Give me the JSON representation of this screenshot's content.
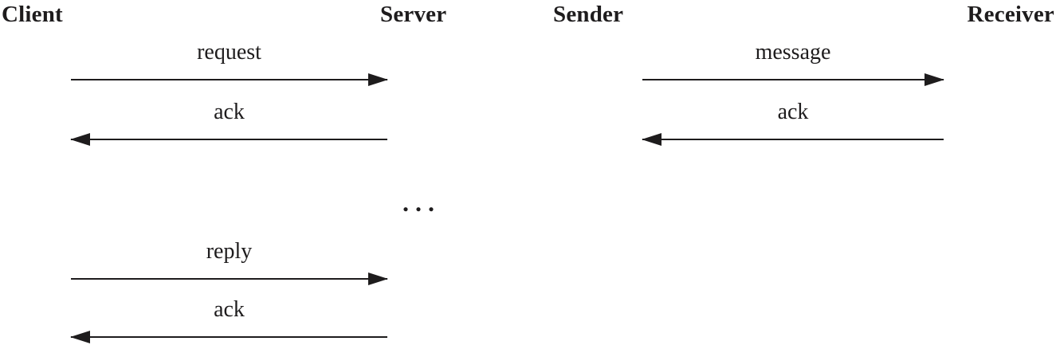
{
  "figure": {
    "type": "sequence-diagram",
    "colors": {
      "ink": "#1e1c1d",
      "background": "#ffffff"
    },
    "panels": [
      {
        "id": "client-server",
        "left_actor": "Client",
        "right_actor": "Server",
        "messages": [
          {
            "label": "request",
            "direction": "right",
            "from": "Client",
            "to": "Server"
          },
          {
            "label": "ack",
            "direction": "left",
            "from": "Server",
            "to": "Client"
          },
          {
            "label": "reply",
            "direction": "right",
            "from": "Client",
            "to": "Server"
          },
          {
            "label": "ack",
            "direction": "left",
            "from": "Server",
            "to": "Client"
          }
        ],
        "ellipsis": "..."
      },
      {
        "id": "sender-receiver",
        "left_actor": "Sender",
        "right_actor": "Receiver",
        "messages": [
          {
            "label": "message",
            "direction": "right",
            "from": "Sender",
            "to": "Receiver"
          },
          {
            "label": "ack",
            "direction": "left",
            "from": "Receiver",
            "to": "Sender"
          }
        ]
      }
    ]
  }
}
